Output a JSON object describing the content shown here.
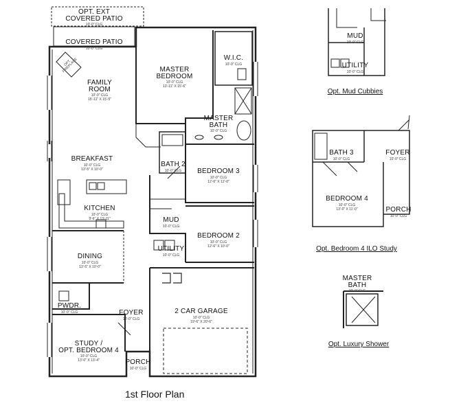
{
  "plan_title": "1st Floor Plan",
  "rooms": {
    "opt_ext_patio": {
      "name": "OPT. EXT\nCOVERED PATIO",
      "clg": "10'-0\" CLG"
    },
    "covered_patio": {
      "name": "COVERED PATIO",
      "clg": "10'-0\" CLG"
    },
    "fireplace": {
      "name": "OPT.\nFIREPLACE"
    },
    "family_room": {
      "name": "FAMILY\nROOM",
      "clg": "10'-0\" CLG",
      "size": "15'-11\" X 15'-5\""
    },
    "master_bedroom": {
      "name": "MASTER\nBEDROOM",
      "clg": "10'-0\" CLG",
      "size": "13'-11\" X 15'-6\""
    },
    "wic": {
      "name": "W.I.C.",
      "clg": "10'-0\" CLG"
    },
    "master_bath": {
      "name": "MASTER\nBATH",
      "clg": "10'-0\" CLG"
    },
    "breakfast": {
      "name": "BREAKFAST",
      "clg": "10'-0\" CLG",
      "size": "13'-5\" X 10'-0\""
    },
    "bath2": {
      "name": "BATH 2",
      "clg": "10'-0\" CLG"
    },
    "bedroom3": {
      "name": "BEDROOM 3",
      "clg": "10'-0\" CLG",
      "size": "12'-6\" X 12'-0\""
    },
    "kitchen": {
      "name": "KITCHEN",
      "clg": "10'-0\" CLG",
      "size": "9'-6\" X 13'-11\""
    },
    "mud": {
      "name": "MUD",
      "clg": "10'-0\" CLG"
    },
    "bedroom2": {
      "name": "BEDROOM 2",
      "clg": "10'-0\" CLG",
      "size": "12'-6\" X 10'-0\""
    },
    "utility": {
      "name": "UTILITY",
      "clg": "10'-0\" CLG"
    },
    "dining": {
      "name": "DINING",
      "clg": "10'-0\" CLG",
      "size": "13'-5\" X 10'-0\""
    },
    "pwdr": {
      "name": "PWDR.",
      "clg": "10'-0\" CLG"
    },
    "foyer": {
      "name": "FOYER",
      "clg": "10'-0\" CLG"
    },
    "garage": {
      "name": "2 CAR GARAGE",
      "clg": "10'-0\" CLG",
      "size": "19'-6\" X 20'-6\""
    },
    "study": {
      "name": "STUDY /\nOPT. BEDROOM 4",
      "clg": "10'-0\" CLG",
      "size": "13'-0\" X 13'-4\""
    },
    "porch": {
      "name": "PORCH",
      "clg": "10'-0\" CLG"
    }
  },
  "options": {
    "mud_cubbies": {
      "caption": "Opt. Mud Cubbies",
      "mud": {
        "name": "MUD",
        "clg": "10'-0\" CLG"
      },
      "utility": {
        "name": "UTILITY",
        "clg": "10'-0\" CLG"
      }
    },
    "bedroom4_ilo_study": {
      "caption": "Opt. Bedroom 4 ILO Study",
      "bath3": {
        "name": "BATH 3",
        "clg": "10'-0\" CLG"
      },
      "foyer": {
        "name": "FOYER",
        "clg": "10'-0\" CLG"
      },
      "bedroom4": {
        "name": "BEDROOM 4",
        "clg": "10'-0\" CLG",
        "size": "13'-0\" X 11'-0\""
      },
      "porch": {
        "name": "PORCH",
        "clg": "10'-0\" CLG"
      }
    },
    "luxury_shower": {
      "caption": "Opt. Luxury Shower",
      "master_bath": {
        "name": "MASTER\nBATH",
        "clg": "10'-0\" CLG"
      }
    }
  }
}
